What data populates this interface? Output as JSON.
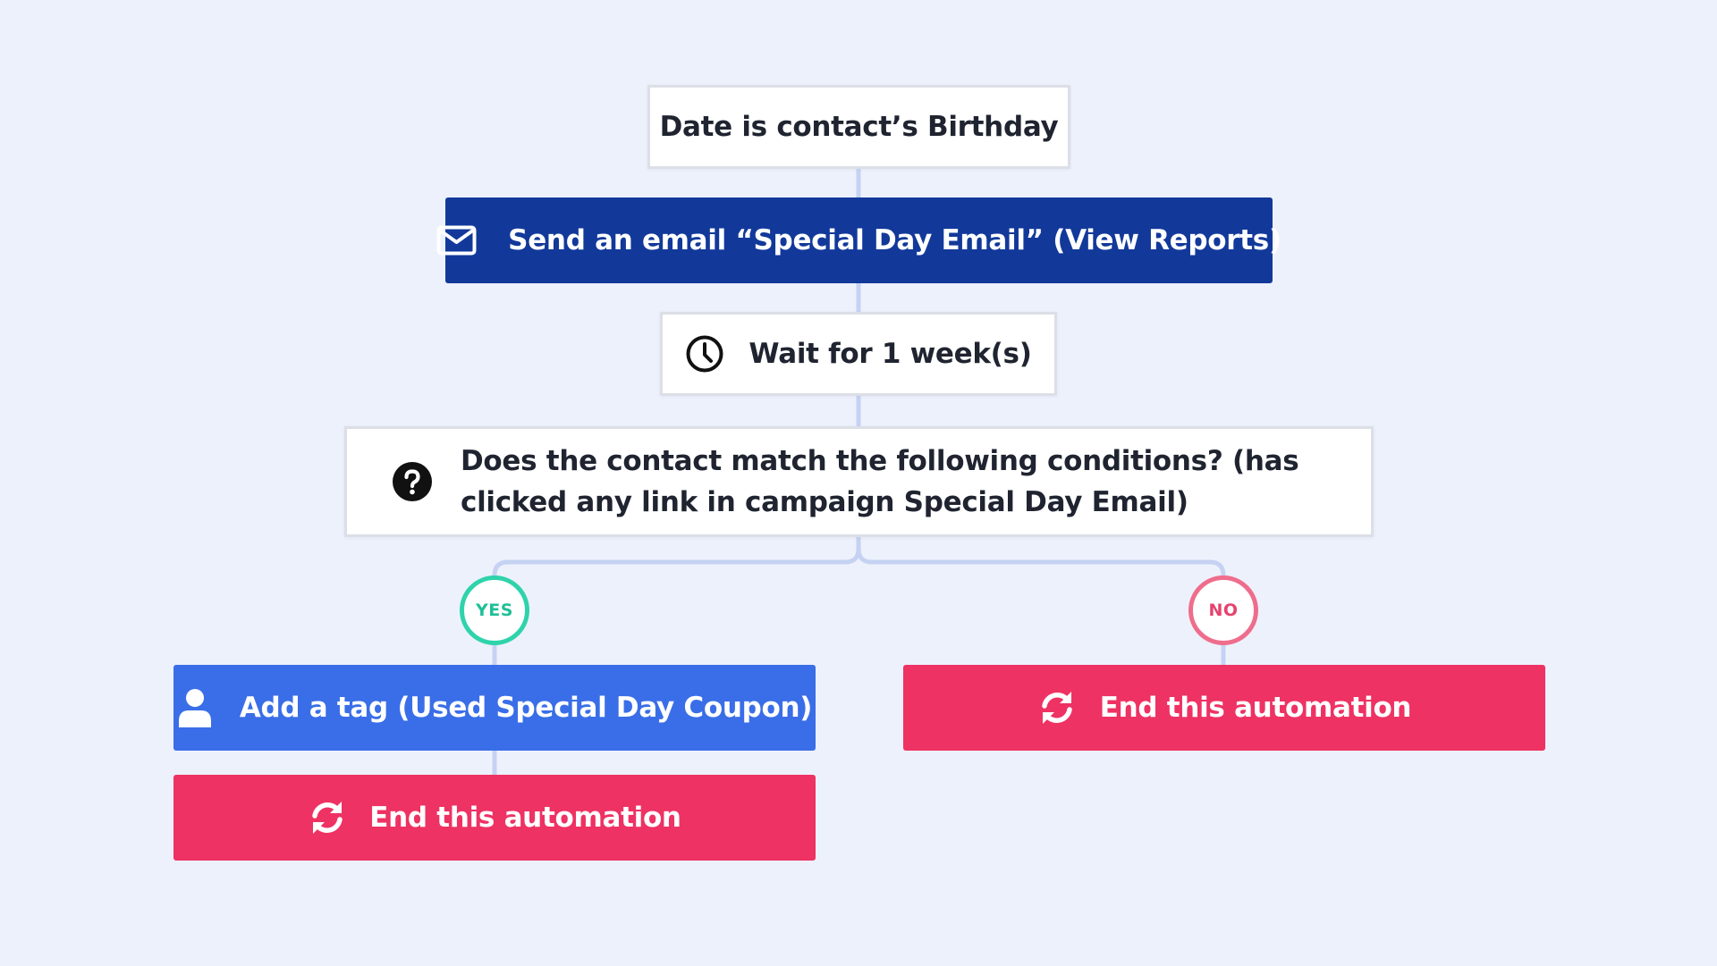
{
  "colors": {
    "background": "#edf1fc",
    "connector": "#c5d2f2",
    "navy": "#12399a",
    "blue": "#3a6ee8",
    "pink": "#ee3263",
    "yes": "#2fd3ab",
    "no": "#ef6d8c"
  },
  "nodes": {
    "trigger": {
      "label": "Date is contact’s Birthday"
    },
    "send_email": {
      "label": "Send an email “Special Day Email” (View Reports)",
      "icon": "envelope-icon"
    },
    "wait": {
      "label": "Wait for 1 week(s)",
      "icon": "clock-icon"
    },
    "condition": {
      "label": "Does the contact match the following conditions? (has clicked any link in campaign Special Day Email)",
      "icon": "question-circle-icon"
    },
    "add_tag": {
      "label": "Add a tag (Used Special Day Coupon)",
      "icon": "user-icon"
    },
    "end_yes": {
      "label": "End this automation",
      "icon": "refresh-icon"
    },
    "end_no": {
      "label": "End this automation",
      "icon": "refresh-icon"
    }
  },
  "branches": {
    "yes": "YES",
    "no": "NO"
  }
}
